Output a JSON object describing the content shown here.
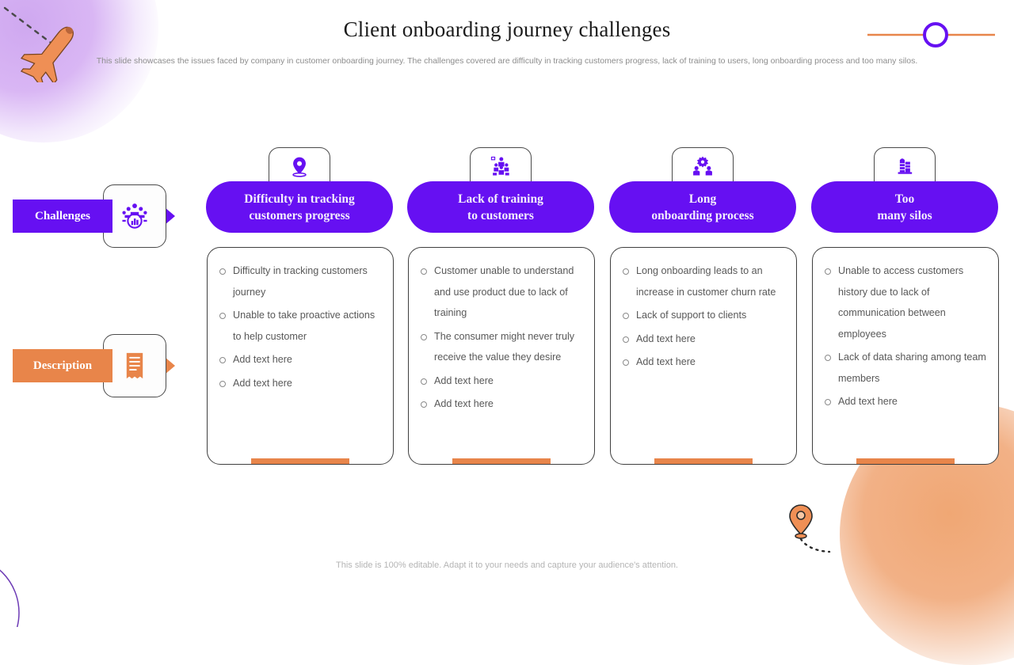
{
  "header": {
    "title": "Client onboarding journey challenges",
    "subtitle": "This slide showcases the issues faced by company in customer onboarding journey. The challenges covered are difficulty in tracking customers progress, lack of training to users, long onboarding process and too many silos."
  },
  "row_labels": [
    {
      "label": "Challenges",
      "icon": "team-analytics-icon",
      "color": "#6610f2"
    },
    {
      "label": "Description",
      "icon": "document-icon",
      "color": "#e8854a"
    }
  ],
  "columns": [
    {
      "badge_icon": "location-pin-icon",
      "title": "Difficulty in tracking\ncustomers progress",
      "items": [
        "Difficulty in tracking customers journey",
        "Unable to take proactive actions to help customer",
        "Add text here",
        "Add text here"
      ]
    },
    {
      "badge_icon": "training-group-icon",
      "title": "Lack of training\nto customers",
      "items": [
        "Customer unable to understand and use product due to lack of training",
        "The consumer might never truly receive the value they desire",
        "Add text here",
        "Add text here"
      ]
    },
    {
      "badge_icon": "people-gear-icon",
      "title": "Long\nonboarding process",
      "items": [
        "Long onboarding leads to an increase in customer churn rate",
        "Lack of support to clients",
        "Add text here",
        "Add text here"
      ]
    },
    {
      "badge_icon": "silo-building-icon",
      "title": "Too\nmany silos",
      "items": [
        "Unable to access customers history due to lack of communication between employees",
        "Lack of data sharing among team members",
        "Add text here"
      ]
    }
  ],
  "footer": {
    "note": "This slide is 100% editable. Adapt it to your needs and capture your audience's attention."
  },
  "theme": {
    "purple": "#6610f2",
    "orange": "#e8854a",
    "body_text": "#585858",
    "muted_text": "#b4b4b4"
  }
}
